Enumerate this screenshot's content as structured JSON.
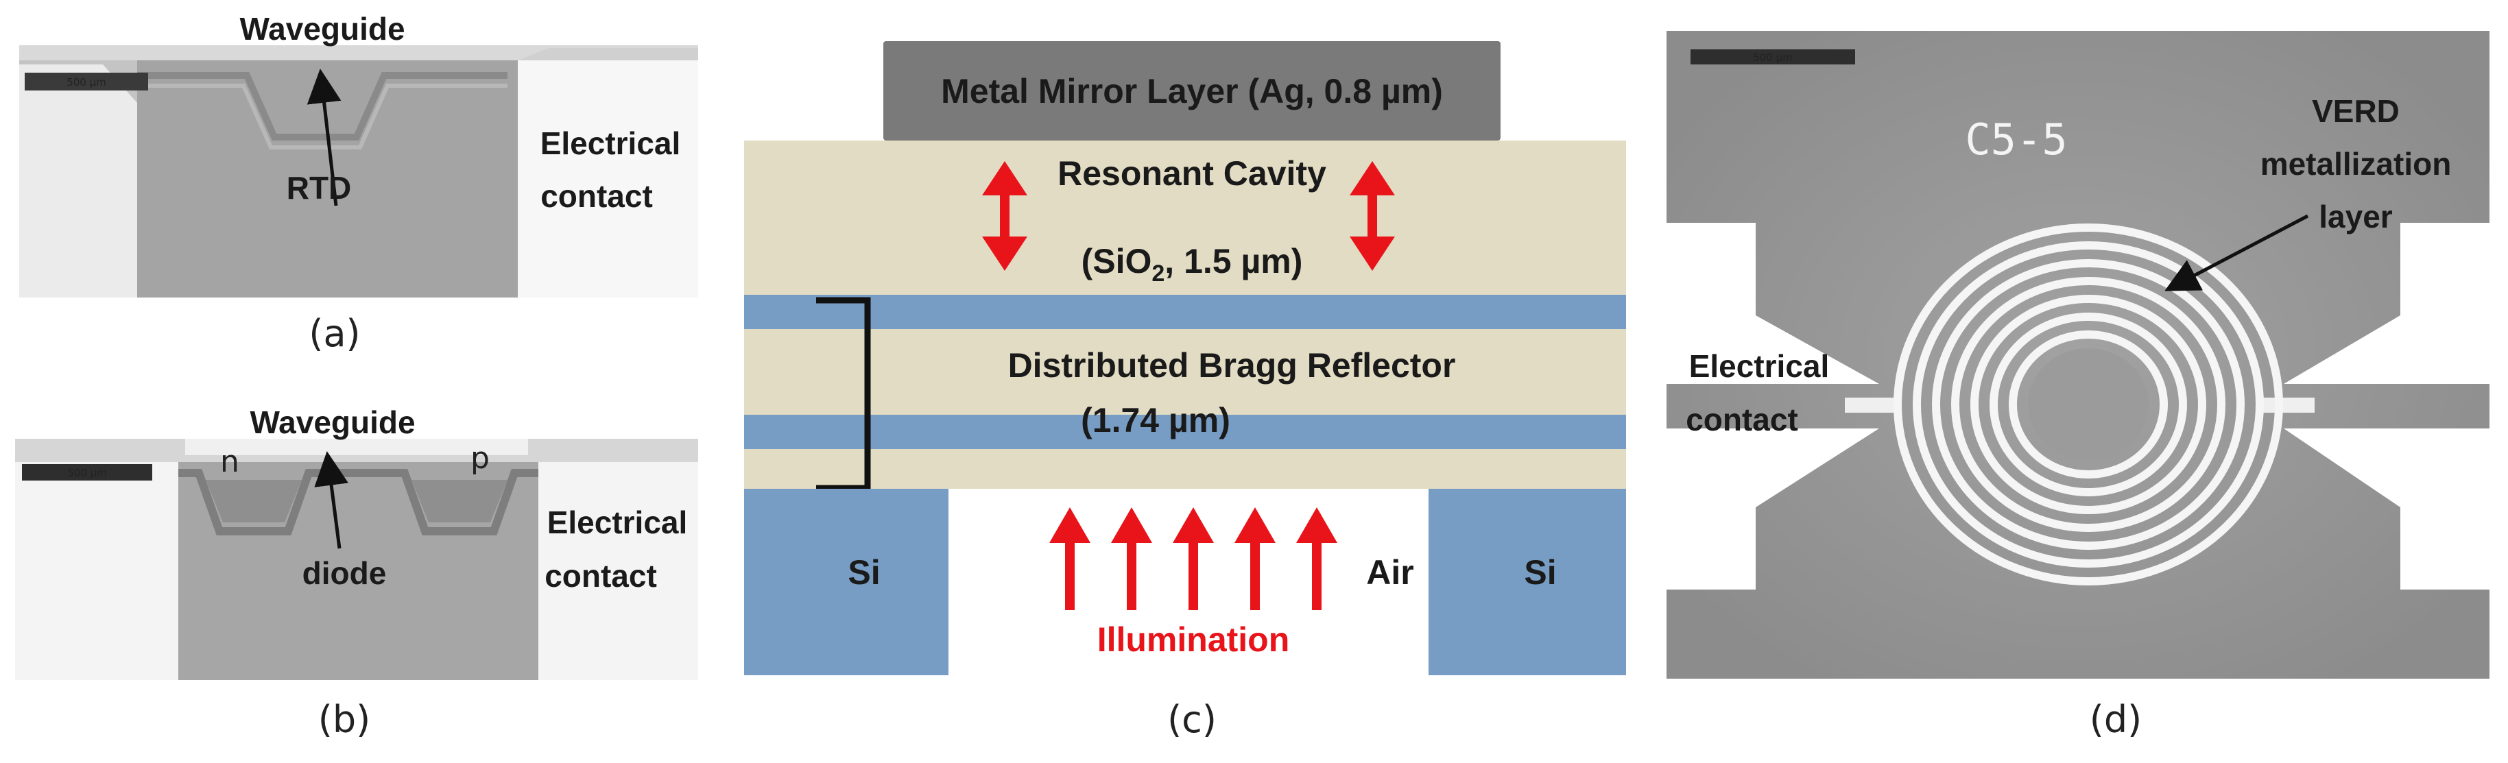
{
  "panel_a": {
    "scale_bar": "500 µm",
    "waveguide": "Waveguide",
    "rtd": "RTD",
    "contact_line1": "Electrical",
    "contact_line2": "contact",
    "caption": "(a)"
  },
  "panel_b": {
    "scale_bar": "500 µm",
    "waveguide": "Waveguide",
    "n_label": "n",
    "p_label": "p",
    "diode": "diode",
    "contact_line1": "Electrical",
    "contact_line2": "contact",
    "caption": "(b)"
  },
  "panel_c": {
    "mirror": "Metal Mirror Layer (Ag, 0.8 µm)",
    "cavity_line1": "Resonant Cavity",
    "cavity_line2_a": "(SiO",
    "cavity_line2_sub": "2",
    "cavity_line2_b": ", 1.5 µm)",
    "dbr_line1": "Distributed Bragg Reflector",
    "dbr_line2": "(1.74 µm)",
    "si_left": "Si",
    "si_right": "Si",
    "air": "Air",
    "illumination": "Illumination",
    "caption": "(c)",
    "colors": {
      "oxide": "#e2dcc4",
      "silicon": "#779dc4",
      "mirror": "#7a7a7a",
      "arrow": "#e8141a"
    }
  },
  "panel_d": {
    "scale_bar": "500 µm",
    "chip_id": "C5-5",
    "verd_line1": "VERD",
    "verd_line2": "metallization",
    "verd_line3": "layer",
    "contact_line1": "Electrical",
    "contact_line2": "contact",
    "caption": "(d)"
  }
}
